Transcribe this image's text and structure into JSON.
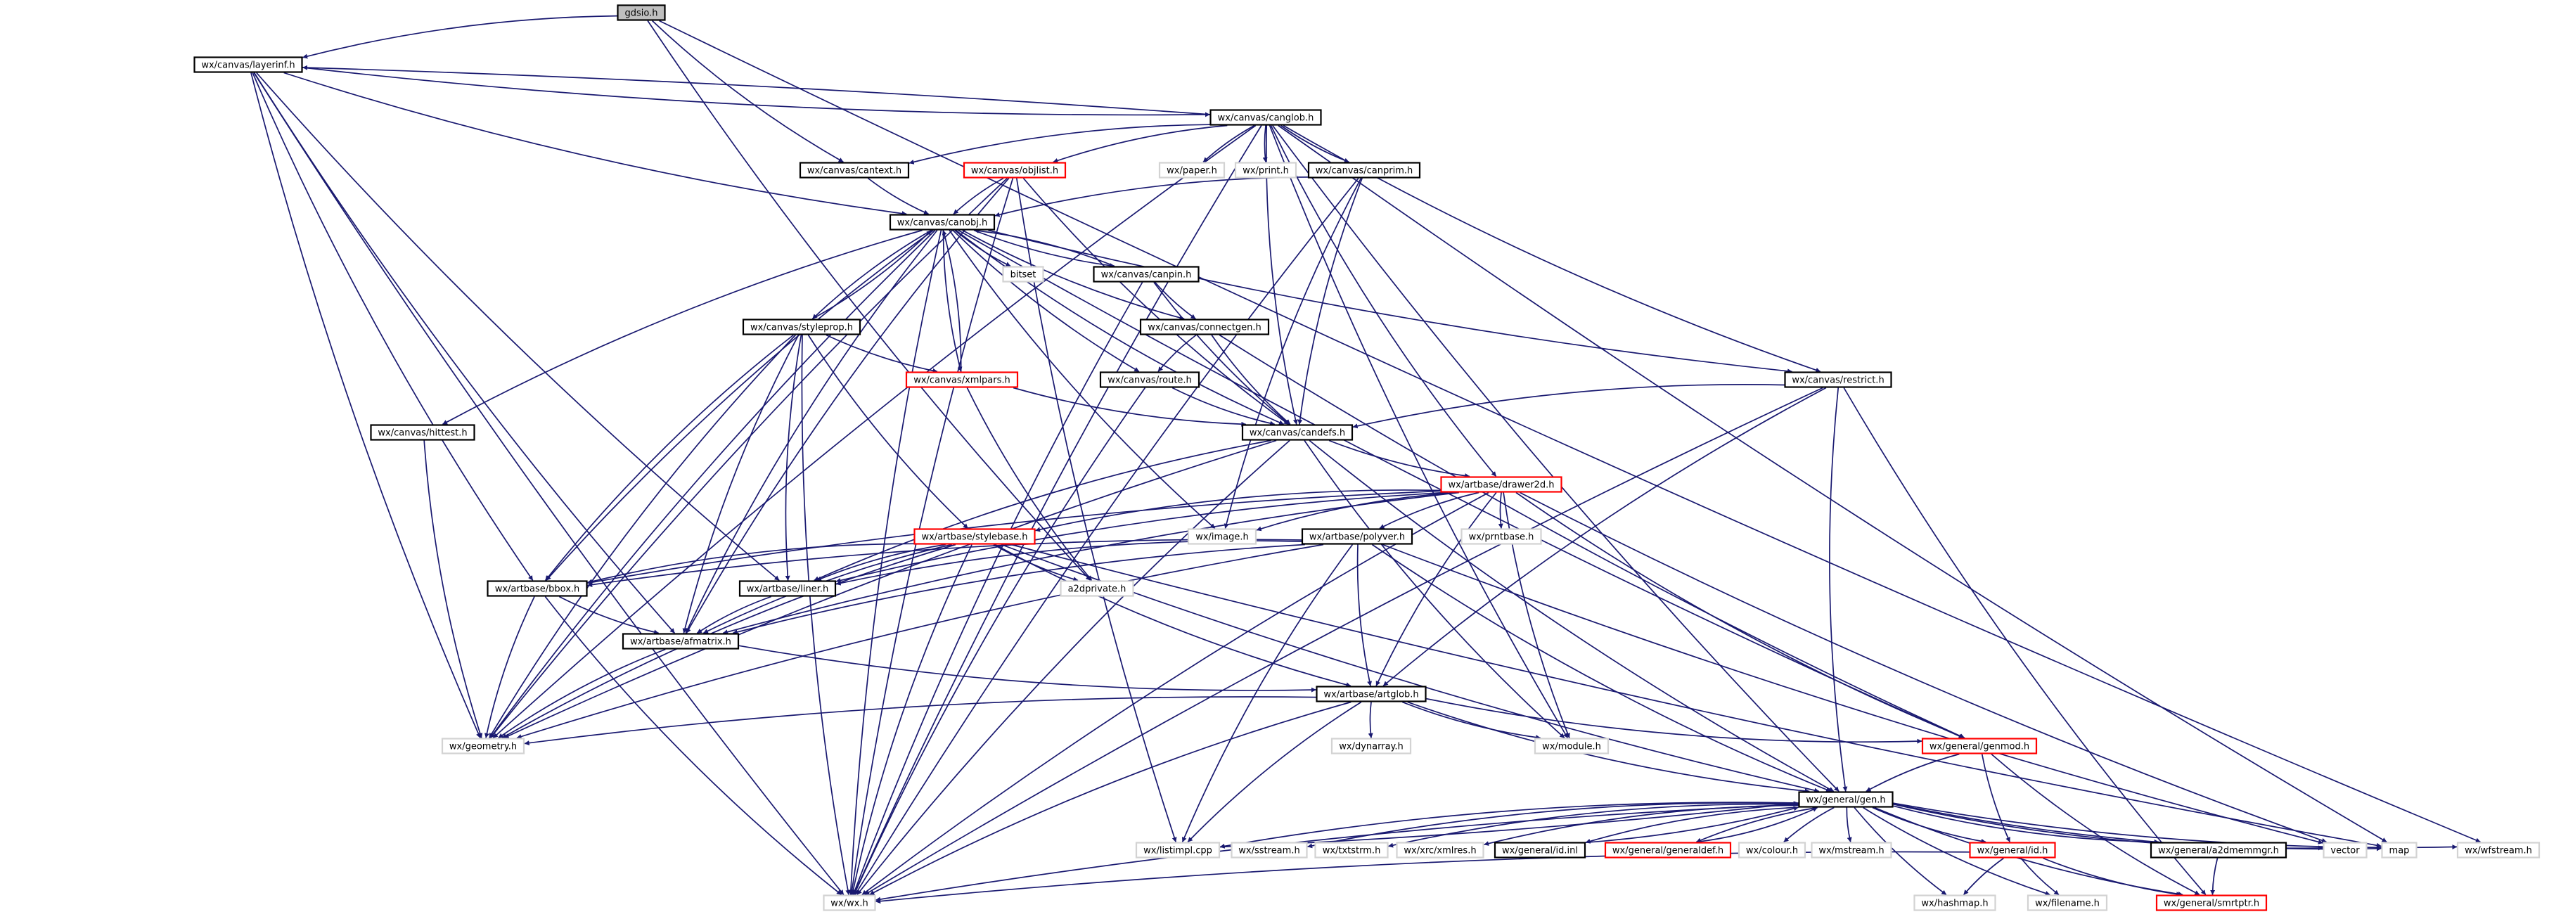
{
  "colors": {
    "edge": "#191970",
    "node_text": "#000000",
    "root_fill": "#bfbfbf",
    "box_black": "#000000",
    "box_red": "#ff0000",
    "box_grey": "#d3d3d3"
  },
  "nodes": [
    {
      "id": "gdsio",
      "label": "gdsio.h",
      "style": "root"
    },
    {
      "id": "layerinf",
      "label": "wx/canvas/layerinf.h",
      "style": "black"
    },
    {
      "id": "canglob",
      "label": "wx/canvas/canglob.h",
      "style": "black"
    },
    {
      "id": "cantext",
      "label": "wx/canvas/cantext.h",
      "style": "black"
    },
    {
      "id": "objlist",
      "label": "wx/canvas/objlist.h",
      "style": "red"
    },
    {
      "id": "paper",
      "label": "wx/paper.h",
      "style": "grey"
    },
    {
      "id": "print",
      "label": "wx/print.h",
      "style": "grey"
    },
    {
      "id": "canprim",
      "label": "wx/canvas/canprim.h",
      "style": "black"
    },
    {
      "id": "canobj",
      "label": "wx/canvas/canobj.h",
      "style": "black"
    },
    {
      "id": "bitset",
      "label": "bitset",
      "style": "grey"
    },
    {
      "id": "canpin",
      "label": "wx/canvas/canpin.h",
      "style": "black"
    },
    {
      "id": "styleprop",
      "label": "wx/canvas/styleprop.h",
      "style": "black"
    },
    {
      "id": "connectgen",
      "label": "wx/canvas/connectgen.h",
      "style": "black"
    },
    {
      "id": "xmlpars",
      "label": "wx/canvas/xmlpars.h",
      "style": "red"
    },
    {
      "id": "route",
      "label": "wx/canvas/route.h",
      "style": "black"
    },
    {
      "id": "restrict",
      "label": "wx/canvas/restrict.h",
      "style": "black"
    },
    {
      "id": "hittest",
      "label": "wx/canvas/hittest.h",
      "style": "black"
    },
    {
      "id": "candefs",
      "label": "wx/canvas/candefs.h",
      "style": "black"
    },
    {
      "id": "drawer2d",
      "label": "wx/artbase/drawer2d.h",
      "style": "red"
    },
    {
      "id": "stylebase",
      "label": "wx/artbase/stylebase.h",
      "style": "red"
    },
    {
      "id": "image",
      "label": "wx/image.h",
      "style": "grey"
    },
    {
      "id": "polyver",
      "label": "wx/artbase/polyver.h",
      "style": "black"
    },
    {
      "id": "prntbase",
      "label": "wx/prntbase.h",
      "style": "grey"
    },
    {
      "id": "bbox",
      "label": "wx/artbase/bbox.h",
      "style": "black"
    },
    {
      "id": "liner",
      "label": "wx/artbase/liner.h",
      "style": "black"
    },
    {
      "id": "a2dprivate",
      "label": "a2dprivate.h",
      "style": "grey"
    },
    {
      "id": "afmatrix",
      "label": "wx/artbase/afmatrix.h",
      "style": "black"
    },
    {
      "id": "artglob",
      "label": "wx/artbase/artglob.h",
      "style": "black"
    },
    {
      "id": "geometry",
      "label": "wx/geometry.h",
      "style": "grey"
    },
    {
      "id": "dynarray",
      "label": "wx/dynarray.h",
      "style": "grey"
    },
    {
      "id": "module",
      "label": "wx/module.h",
      "style": "grey"
    },
    {
      "id": "genmod",
      "label": "wx/general/genmod.h",
      "style": "red"
    },
    {
      "id": "gen",
      "label": "wx/general/gen.h",
      "style": "black"
    },
    {
      "id": "listimpl",
      "label": "wx/listimpl.cpp",
      "style": "grey"
    },
    {
      "id": "sstream",
      "label": "wx/sstream.h",
      "style": "grey"
    },
    {
      "id": "txtstrm",
      "label": "wx/txtstrm.h",
      "style": "grey"
    },
    {
      "id": "xmlres",
      "label": "wx/xrc/xmlres.h",
      "style": "grey"
    },
    {
      "id": "idinl",
      "label": "wx/general/id.inl",
      "style": "black"
    },
    {
      "id": "generaldef",
      "label": "wx/general/generaldef.h",
      "style": "red"
    },
    {
      "id": "colour",
      "label": "wx/colour.h",
      "style": "grey"
    },
    {
      "id": "mstream",
      "label": "wx/mstream.h",
      "style": "grey"
    },
    {
      "id": "idh",
      "label": "wx/general/id.h",
      "style": "red"
    },
    {
      "id": "a2dmemmgr",
      "label": "wx/general/a2dmemmgr.h",
      "style": "black"
    },
    {
      "id": "vector",
      "label": "vector",
      "style": "grey"
    },
    {
      "id": "map",
      "label": "map",
      "style": "grey"
    },
    {
      "id": "wfstream",
      "label": "wx/wfstream.h",
      "style": "grey"
    },
    {
      "id": "wx",
      "label": "wx/wx.h",
      "style": "grey"
    },
    {
      "id": "hashmap",
      "label": "wx/hashmap.h",
      "style": "grey"
    },
    {
      "id": "filename",
      "label": "wx/filename.h",
      "style": "grey"
    },
    {
      "id": "smrtptr",
      "label": "wx/general/smrtptr.h",
      "style": "red"
    }
  ],
  "edges": [
    [
      "gdsio",
      "layerinf"
    ],
    [
      "gdsio",
      "cantext"
    ],
    [
      "gdsio",
      "a2dprivate"
    ],
    [
      "gdsio",
      "wfstream"
    ],
    [
      "layerinf",
      "canglob"
    ],
    [
      "layerinf",
      "canobj"
    ],
    [
      "layerinf",
      "bbox"
    ],
    [
      "layerinf",
      "liner"
    ],
    [
      "layerinf",
      "afmatrix"
    ],
    [
      "layerinf",
      "geometry"
    ],
    [
      "layerinf",
      "wx"
    ],
    [
      "canglob",
      "layerinf"
    ],
    [
      "canglob",
      "cantext"
    ],
    [
      "canglob",
      "objlist"
    ],
    [
      "canglob",
      "paper"
    ],
    [
      "canglob",
      "print"
    ],
    [
      "canglob",
      "canprim"
    ],
    [
      "canglob",
      "candefs"
    ],
    [
      "canglob",
      "drawer2d"
    ],
    [
      "canglob",
      "restrict"
    ],
    [
      "canglob",
      "module"
    ],
    [
      "canglob",
      "gen"
    ],
    [
      "canglob",
      "map"
    ],
    [
      "canglob",
      "geometry"
    ],
    [
      "canglob",
      "wx"
    ],
    [
      "cantext",
      "canobj"
    ],
    [
      "objlist",
      "canobj"
    ],
    [
      "objlist",
      "candefs"
    ],
    [
      "objlist",
      "afmatrix"
    ],
    [
      "objlist",
      "listimpl"
    ],
    [
      "objlist",
      "wx"
    ],
    [
      "objlist",
      "geometry"
    ],
    [
      "canprim",
      "canobj"
    ],
    [
      "canprim",
      "candefs"
    ],
    [
      "canprim",
      "image"
    ],
    [
      "canprim",
      "wx"
    ],
    [
      "canobj",
      "styleprop"
    ],
    [
      "canobj",
      "canpin"
    ],
    [
      "canobj",
      "connectgen"
    ],
    [
      "canobj",
      "xmlpars"
    ],
    [
      "canobj",
      "route"
    ],
    [
      "canobj",
      "restrict"
    ],
    [
      "canobj",
      "hittest"
    ],
    [
      "canobj",
      "candefs"
    ],
    [
      "canobj",
      "bitset"
    ],
    [
      "canobj",
      "bbox"
    ],
    [
      "canobj",
      "afmatrix"
    ],
    [
      "canobj",
      "image"
    ],
    [
      "canobj",
      "genmod"
    ],
    [
      "canobj",
      "geometry"
    ],
    [
      "canobj",
      "wx"
    ],
    [
      "canpin",
      "canobj"
    ],
    [
      "canpin",
      "connectgen"
    ],
    [
      "canpin",
      "candefs"
    ],
    [
      "canpin",
      "wx"
    ],
    [
      "styleprop",
      "canobj"
    ],
    [
      "styleprop",
      "xmlpars"
    ],
    [
      "styleprop",
      "stylebase"
    ],
    [
      "styleprop",
      "bbox"
    ],
    [
      "styleprop",
      "liner"
    ],
    [
      "styleprop",
      "afmatrix"
    ],
    [
      "styleprop",
      "geometry"
    ],
    [
      "styleprop",
      "wx"
    ],
    [
      "connectgen",
      "route"
    ],
    [
      "connectgen",
      "candefs"
    ],
    [
      "connectgen",
      "genmod"
    ],
    [
      "xmlpars",
      "canobj"
    ],
    [
      "xmlpars",
      "candefs"
    ],
    [
      "xmlpars",
      "a2dprivate"
    ],
    [
      "route",
      "candefs"
    ],
    [
      "route",
      "wx"
    ],
    [
      "restrict",
      "candefs"
    ],
    [
      "restrict",
      "artglob"
    ],
    [
      "restrict",
      "gen"
    ],
    [
      "restrict",
      "smrtptr"
    ],
    [
      "restrict",
      "wx"
    ],
    [
      "hittest",
      "geometry"
    ],
    [
      "candefs",
      "drawer2d"
    ],
    [
      "candefs",
      "gen"
    ],
    [
      "candefs",
      "module"
    ],
    [
      "candefs",
      "liner"
    ],
    [
      "candefs",
      "geometry"
    ],
    [
      "candefs",
      "wx"
    ],
    [
      "drawer2d",
      "stylebase"
    ],
    [
      "drawer2d",
      "image"
    ],
    [
      "drawer2d",
      "polyver"
    ],
    [
      "drawer2d",
      "prntbase"
    ],
    [
      "drawer2d",
      "bbox"
    ],
    [
      "drawer2d",
      "liner"
    ],
    [
      "drawer2d",
      "afmatrix"
    ],
    [
      "drawer2d",
      "artglob"
    ],
    [
      "drawer2d",
      "module"
    ],
    [
      "drawer2d",
      "genmod"
    ],
    [
      "drawer2d",
      "vector"
    ],
    [
      "drawer2d",
      "wx"
    ],
    [
      "stylebase",
      "bbox"
    ],
    [
      "stylebase",
      "liner"
    ],
    [
      "stylebase",
      "a2dprivate"
    ],
    [
      "stylebase",
      "afmatrix"
    ],
    [
      "stylebase",
      "artglob"
    ],
    [
      "stylebase",
      "geometry"
    ],
    [
      "stylebase",
      "gen"
    ],
    [
      "stylebase",
      "map"
    ],
    [
      "stylebase",
      "wx"
    ],
    [
      "polyver",
      "bbox"
    ],
    [
      "polyver",
      "liner"
    ],
    [
      "polyver",
      "afmatrix"
    ],
    [
      "polyver",
      "artglob"
    ],
    [
      "polyver",
      "geometry"
    ],
    [
      "polyver",
      "gen"
    ],
    [
      "polyver",
      "listimpl"
    ],
    [
      "polyver",
      "vector"
    ],
    [
      "bbox",
      "afmatrix"
    ],
    [
      "bbox",
      "geometry"
    ],
    [
      "bbox",
      "wx"
    ],
    [
      "liner",
      "afmatrix"
    ],
    [
      "afmatrix",
      "artglob"
    ],
    [
      "afmatrix",
      "geometry"
    ],
    [
      "artglob",
      "geometry"
    ],
    [
      "artglob",
      "dynarray"
    ],
    [
      "artglob",
      "module"
    ],
    [
      "artglob",
      "genmod"
    ],
    [
      "artglob",
      "gen"
    ],
    [
      "artglob",
      "listimpl"
    ],
    [
      "artglob",
      "wx"
    ],
    [
      "genmod",
      "gen"
    ],
    [
      "genmod",
      "idh"
    ],
    [
      "genmod",
      "smrtptr"
    ],
    [
      "gen",
      "listimpl"
    ],
    [
      "gen",
      "sstream"
    ],
    [
      "gen",
      "txtstrm"
    ],
    [
      "gen",
      "xmlres"
    ],
    [
      "gen",
      "idinl"
    ],
    [
      "gen",
      "generaldef"
    ],
    [
      "gen",
      "colour"
    ],
    [
      "gen",
      "mstream"
    ],
    [
      "gen",
      "idh"
    ],
    [
      "gen",
      "a2dmemmgr"
    ],
    [
      "gen",
      "vector"
    ],
    [
      "gen",
      "map"
    ],
    [
      "gen",
      "wfstream"
    ],
    [
      "gen",
      "hashmap"
    ],
    [
      "gen",
      "filename"
    ],
    [
      "gen",
      "smrtptr"
    ],
    [
      "gen",
      "wx"
    ],
    [
      "listimpl",
      "gen"
    ],
    [
      "idinl",
      "gen"
    ],
    [
      "generaldef",
      "gen"
    ],
    [
      "idh",
      "hashmap"
    ],
    [
      "idh",
      "filename"
    ],
    [
      "idh",
      "smrtptr"
    ],
    [
      "idh",
      "wx"
    ],
    [
      "a2dmemmgr",
      "smrtptr"
    ]
  ]
}
